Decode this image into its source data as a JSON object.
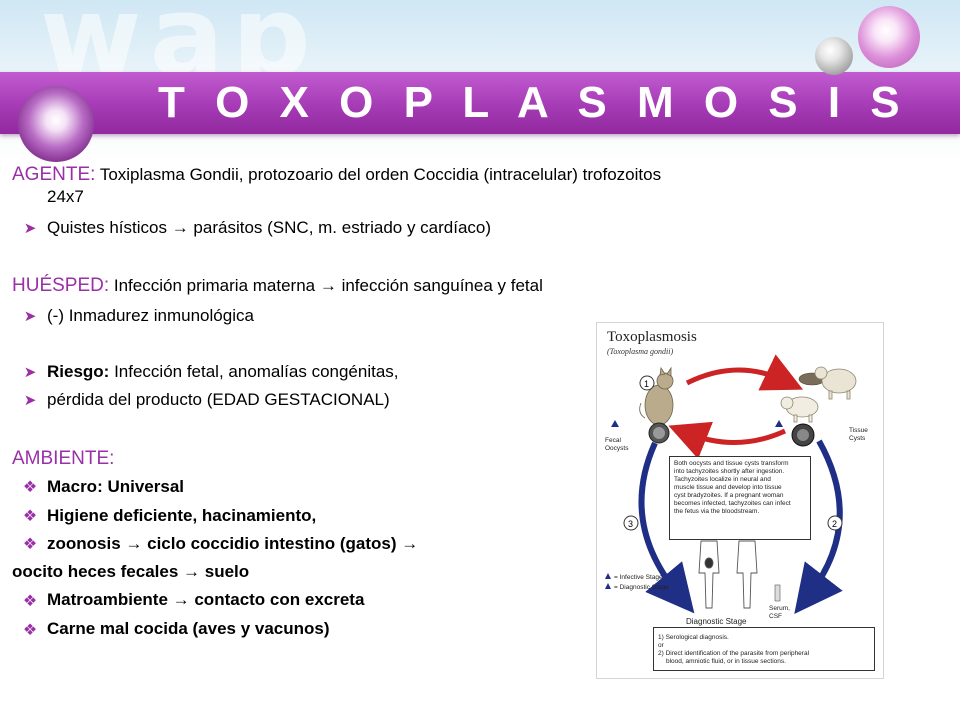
{
  "title": "T O X O P L A S M O S I S",
  "watermark": "wap",
  "colors": {
    "accent": "#9b2fa8",
    "banner": "#a53bb5"
  },
  "sections": {
    "agente": {
      "label": "AGENTE:",
      "text": " Toxiplasma Gondii, protozoario del orden Coccidia (intracelular)  trofozoitos",
      "text_cont": "24x7",
      "bullets": [
        {
          "icon": "arrow-bullet-icon",
          "text": "Quistes hísticos → parásitos (SNC, m. estriado y cardíaco)"
        }
      ]
    },
    "huesped": {
      "label": "HUÉSPED:",
      "text": "  Infección primaria materna → infección sanguínea y fetal",
      "bullets": [
        {
          "icon": "arrow-bullet-icon",
          "text": "(-) Inmadurez inmunológica"
        },
        {
          "icon": "arrow-bullet-icon",
          "label": "Riesgo:",
          "text": " Infección fetal, anomalías congénitas,"
        },
        {
          "icon": "arrow-bullet-icon",
          "text": "pérdida del producto (EDAD GESTACIONAL)"
        }
      ]
    },
    "ambiente": {
      "label": "AMBIENTE:",
      "bullets": [
        {
          "icon": "diamond-bullet-icon",
          "text": "Macro: Universal"
        },
        {
          "icon": "diamond-bullet-icon",
          "text": "Higiene deficiente, hacinamiento,"
        },
        {
          "icon": "diamond-bullet-icon",
          "text": "zoonosis → ciclo coccidio intestino (gatos) →"
        },
        {
          "icon": "none",
          "text": "oocito heces fecales → suelo"
        },
        {
          "icon": "diamond-bullet-icon",
          "text": "Matroambiente → contacto con excreta"
        },
        {
          "icon": "diamond-bullet-icon",
          "text": "Carne mal cocida  (aves y vacunos)"
        }
      ]
    }
  },
  "figure": {
    "title": "Toxoplasmosis",
    "subtitle": "(Toxoplasma gondii)",
    "fecal_label": "Fecal\nOocysts",
    "tissue_label": "Tissue\nCysts",
    "steps": [
      "1",
      "2",
      "3"
    ],
    "info_lines": [
      "Both oocysts and tissue cysts transform",
      "into tachyzoites shortly after ingestion.",
      "Tachyzoites localize in neural and",
      "muscle tissue and develop into tissue",
      "cyst bradyzoites. If a pregnant woman",
      "becomes infected, tachyzoites can infect",
      "the fetus via the bloodstream."
    ],
    "legend_infective": "= Infective Stage",
    "legend_diagnostic": "= Diagnostic Stage",
    "serum_label": "Serum,\nCSF",
    "diag_title": "Diagnostic Stage",
    "diag_lines": [
      "1) Serological diagnosis.",
      "or",
      "2) Direct identification of the parasite from peripheral",
      "blood, amniotic fluid, or in tissue sections."
    ]
  }
}
